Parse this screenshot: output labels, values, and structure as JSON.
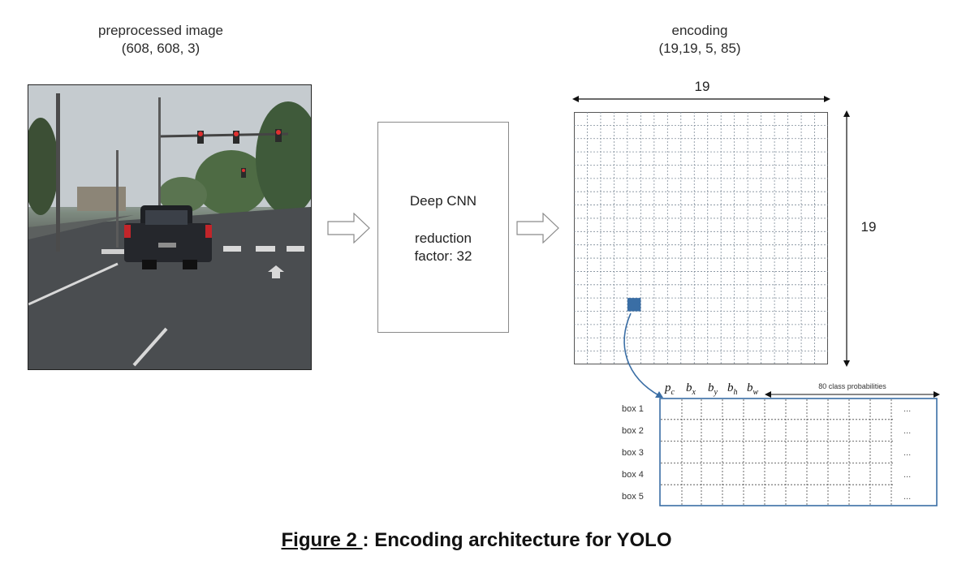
{
  "input": {
    "title": "preprocessed image",
    "shape": "(608, 608, 3)"
  },
  "cnn": {
    "line1": "Deep CNN",
    "line2": "reduction",
    "line3": "factor: 32"
  },
  "encoding": {
    "title": "encoding",
    "shape": "(19,19, 5, 85)",
    "width_label": "19",
    "height_label": "19"
  },
  "vector": {
    "columns": [
      "p",
      "b",
      "b",
      "b",
      "b"
    ],
    "column_subscripts": [
      "c",
      "x",
      "y",
      "h",
      "w"
    ],
    "class_probs_label": "80 class probabilities",
    "rows": [
      "box 1",
      "box 2",
      "box 3",
      "box 4",
      "box 5"
    ],
    "ellipsis": "..."
  },
  "caption": {
    "figure": "Figure 2 ",
    "separator": ": ",
    "text": "Encoding architecture for YOLO"
  },
  "colors": {
    "accent": "#3a6ea5",
    "grid_line": "#7f8c99"
  }
}
